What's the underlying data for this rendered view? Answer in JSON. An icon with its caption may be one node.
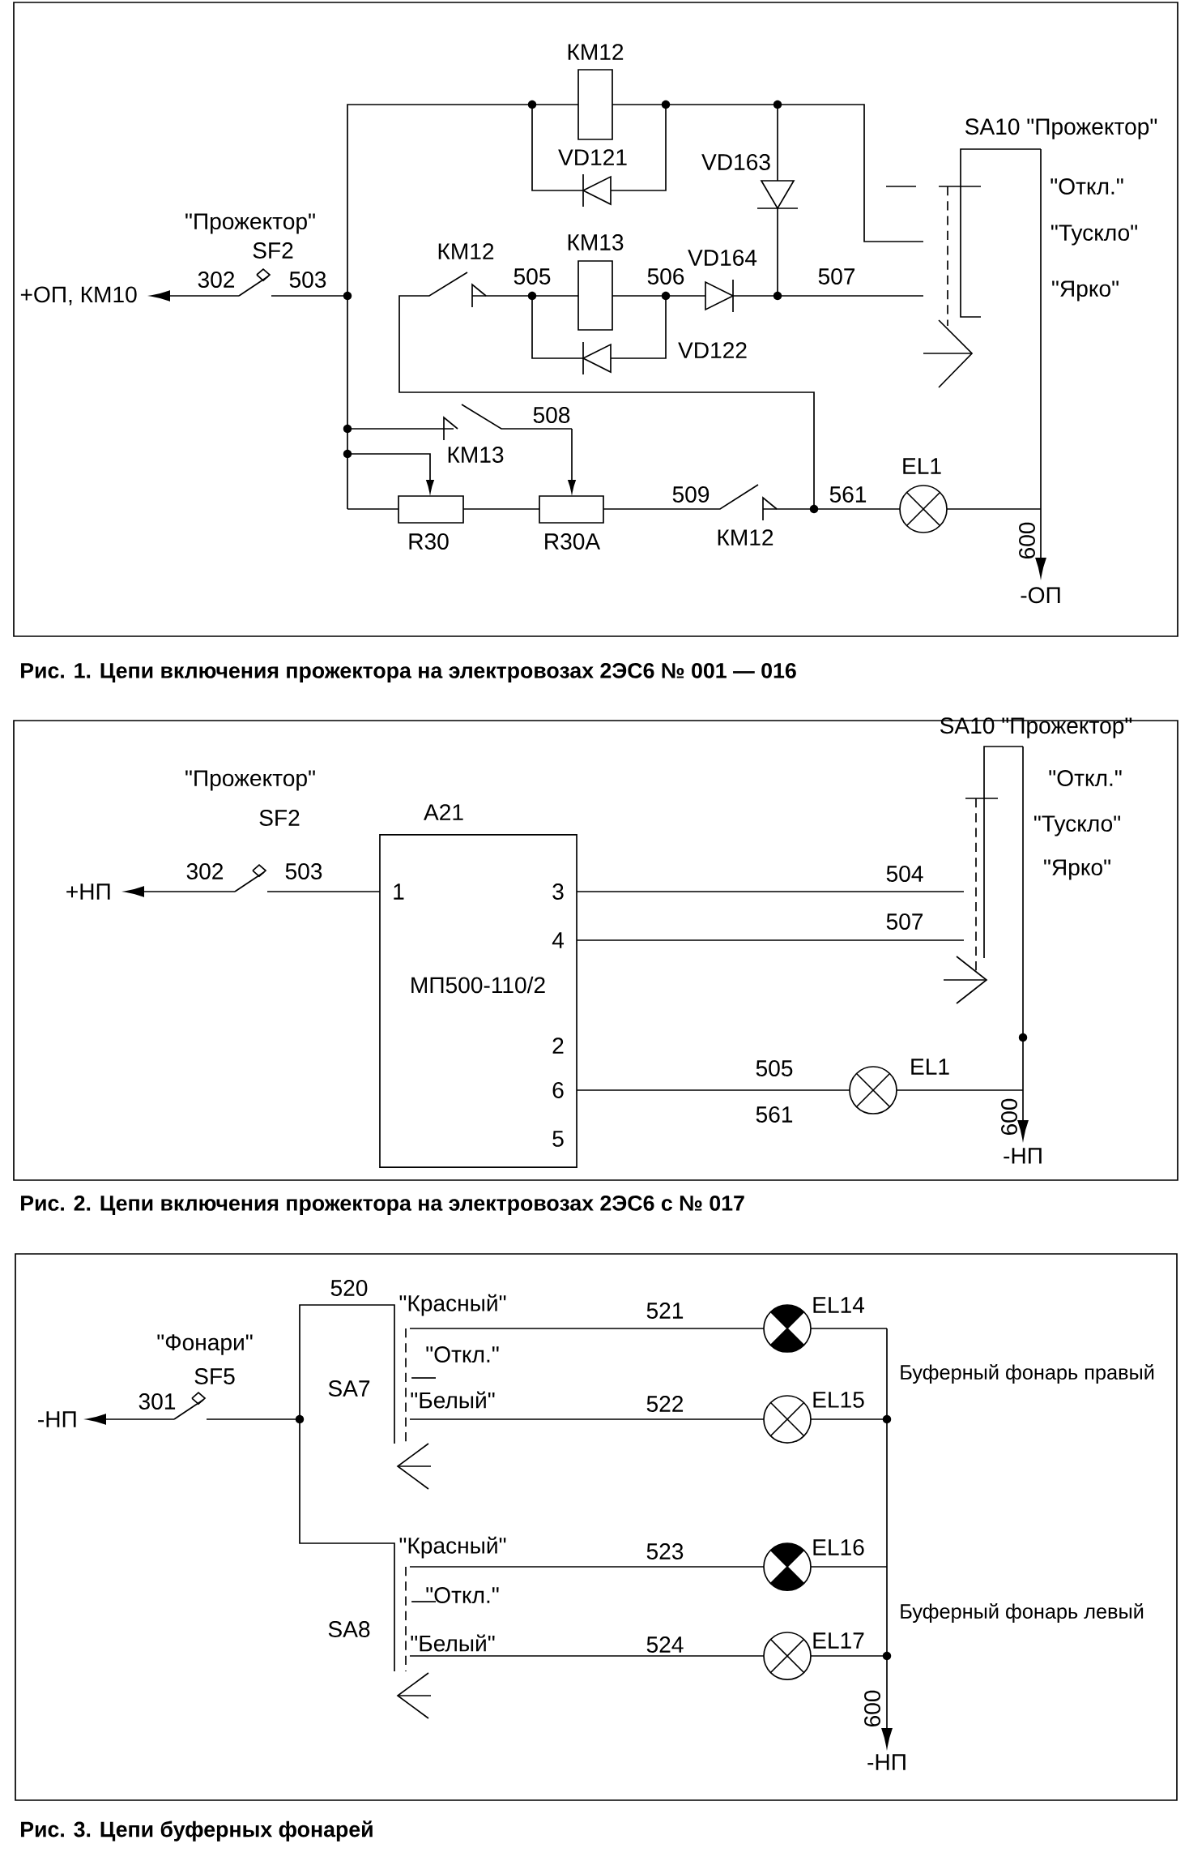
{
  "diagram": {
    "nodes": [
      {
        "text": [
          "A21",
          "МП500-110/2"
        ]
      }
    ],
    "labels": [
      "КМ12",
      "VD121",
      "VD163",
      "SA10 \"Прожектор\"",
      "\"Откл.\"",
      "\"Прожектор\"",
      "SF2",
      "КМ12",
      "КМ13",
      "VD164",
      "\"Тускло\"",
      "+ОП, КМ10",
      "302",
      "503",
      "505",
      "506",
      "507",
      "\"Ярко\"",
      "VD122",
      "508",
      "КМ13",
      "509",
      "561",
      "EL1",
      "600",
      "R30",
      "R30A",
      "КМ12",
      "-ОП",
      "Рис. 1. Цепи включения прожектора на электровозах 2ЭС6 № 001 — 016",
      "\"Прожектор\"",
      "SA10 \"Прожектор\"",
      "SF2",
      "\"Откл.\"",
      "\"Тускло\"",
      "302",
      "503",
      "+НП",
      "1",
      "3",
      "504",
      "4",
      "507",
      "\"Ярко\"",
      "2",
      "505",
      "EL1",
      "6",
      "561",
      "600",
      "5",
      "-НП",
      "Рис. 2. Цепи включения прожектора на электровозах 2ЭС6 с № 017",
      "520",
      "\"Красный\"",
      "521",
      "EL14",
      "\"Фонари\"",
      "\"Откл.\"",
      "SF5",
      "Буферный фонарь правый",
      "-НП",
      "301",
      "SA7",
      "\"Белый\"",
      "522",
      "EL15",
      "\"Красный\"",
      "523",
      "EL16",
      "\"Откл.\"",
      "Буферный фонарь левый",
      "SA8",
      "\"Белый\"",
      "524",
      "EL17",
      "600",
      "-НП",
      "Рис. 3. Цепи буферных фонарей"
    ]
  }
}
